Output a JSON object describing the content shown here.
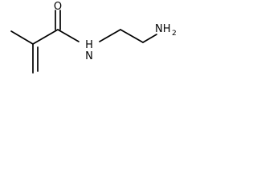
{
  "molecule": {
    "atoms": {
      "oxygen": "O",
      "amide_nitrogen": "N",
      "amide_hydrogen": "H",
      "amine_group": "NH",
      "amine_subscript": "2"
    }
  }
}
